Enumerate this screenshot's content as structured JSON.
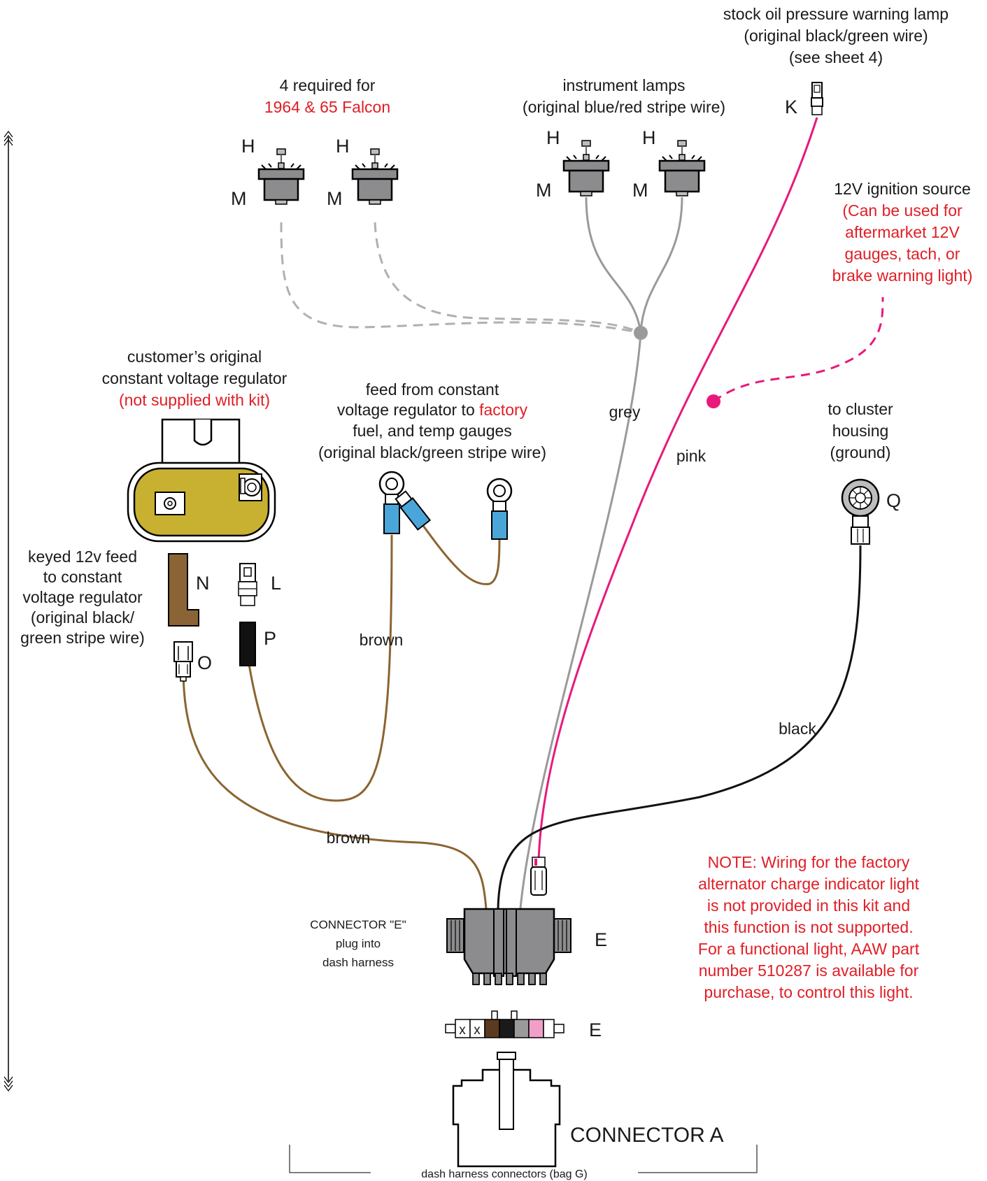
{
  "labels": {
    "four_required": "4 required for",
    "falcon": "1964 & 65 Falcon",
    "instrument_lamps": "instrument lamps",
    "instrument_lamps_wire": "(original blue/red stripe wire)",
    "oil_lamp_1": "stock oil pressure warning lamp",
    "oil_lamp_2": "(original black/green wire)",
    "oil_lamp_3": "(see sheet 4)",
    "ign_1": "12V ignition source",
    "ign_2": "(Can be used for",
    "ign_3": "aftermarket 12V",
    "ign_4": "gauges, tach, or",
    "ign_5": "brake warning light)",
    "cvr_1": "customer’s original",
    "cvr_2": "constant voltage regulator",
    "cvr_3": "(not supplied with kit)",
    "feed_1": "feed from constant",
    "feed_2a": "voltage regulator to ",
    "feed_2b": "factory",
    "feed_3": "fuel, and temp gauges",
    "feed_4": "(original black/green stripe wire)",
    "cluster_1": "to cluster",
    "cluster_2": "housing",
    "cluster_3": "(ground)",
    "keyed_1": "keyed 12v feed",
    "keyed_2": "to constant",
    "keyed_3": "voltage regulator",
    "keyed_4": "(original black/",
    "keyed_5": "green stripe wire)",
    "wire_grey": "grey",
    "wire_pink": "pink",
    "wire_brown_1": "brown",
    "wire_brown_2": "brown",
    "wire_black": "black",
    "connector_e_1": "CONNECTOR \"E\"",
    "connector_e_2": "plug into",
    "connector_e_3": "dash harness",
    "note_1": "NOTE: Wiring for the factory",
    "note_2": "alternator charge indicator light",
    "note_3": "is not provided in this kit and",
    "note_4": "this function is not supported.",
    "note_5": "For a functional light, AAW part",
    "note_6": "number 510287 is available for",
    "note_7": "purchase, to control this light.",
    "connector_a": "CONNECTOR A",
    "bag_g": "dash harness connectors (bag G)",
    "pin_x": "x"
  },
  "letters": {
    "H": "H",
    "M": "M",
    "K": "K",
    "N": "N",
    "L": "L",
    "O": "O",
    "P": "P",
    "Q": "Q",
    "E": "E"
  },
  "colors": {
    "text": "#1a1a1a",
    "red_text": "#e01e26",
    "grey_wire": "#9a9a9a",
    "dashed_grey_wire": "#b0b0b0",
    "pink_wire": "#e8197a",
    "brown_wire": "#8b6430",
    "black_wire": "#111111",
    "regulator_body": "#c8b030",
    "blue_terminal": "#4aa6d8",
    "bulb_socket": "#8c8c8e",
    "pin_brown": "#5b3a21",
    "pin_black": "#1a1a1a",
    "pin_grey": "#9a9a9a",
    "pin_pink": "#f0a0c8",
    "n_terminal": "#8b6436"
  }
}
